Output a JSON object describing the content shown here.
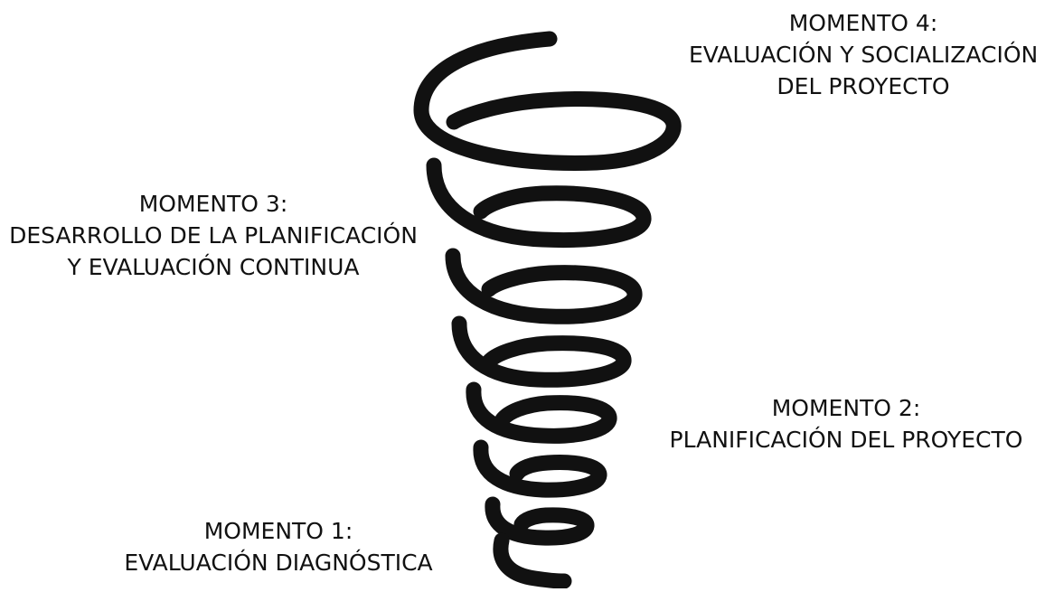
{
  "diagram": {
    "colors": {
      "background": "#ffffff",
      "spiral": "#111111",
      "text": "#111111"
    },
    "moments": [
      {
        "heading": "MOMENTO 1:",
        "lines": [
          "EVALUACIÓN DIAGNÓSTICA"
        ]
      },
      {
        "heading": "MOMENTO 2:",
        "lines": [
          "PLANIFICACIÓN DEL PROYECTO"
        ]
      },
      {
        "heading": "MOMENTO 3:",
        "lines": [
          "DESARROLLO DE LA PLANIFICACIÓN",
          "Y EVALUACIÓN CONTINUA"
        ]
      },
      {
        "heading": "MOMENTO 4:",
        "lines": [
          "EVALUACIÓN Y SOCIALIZACIÓN",
          "DEL PROYECTO"
        ]
      }
    ]
  }
}
